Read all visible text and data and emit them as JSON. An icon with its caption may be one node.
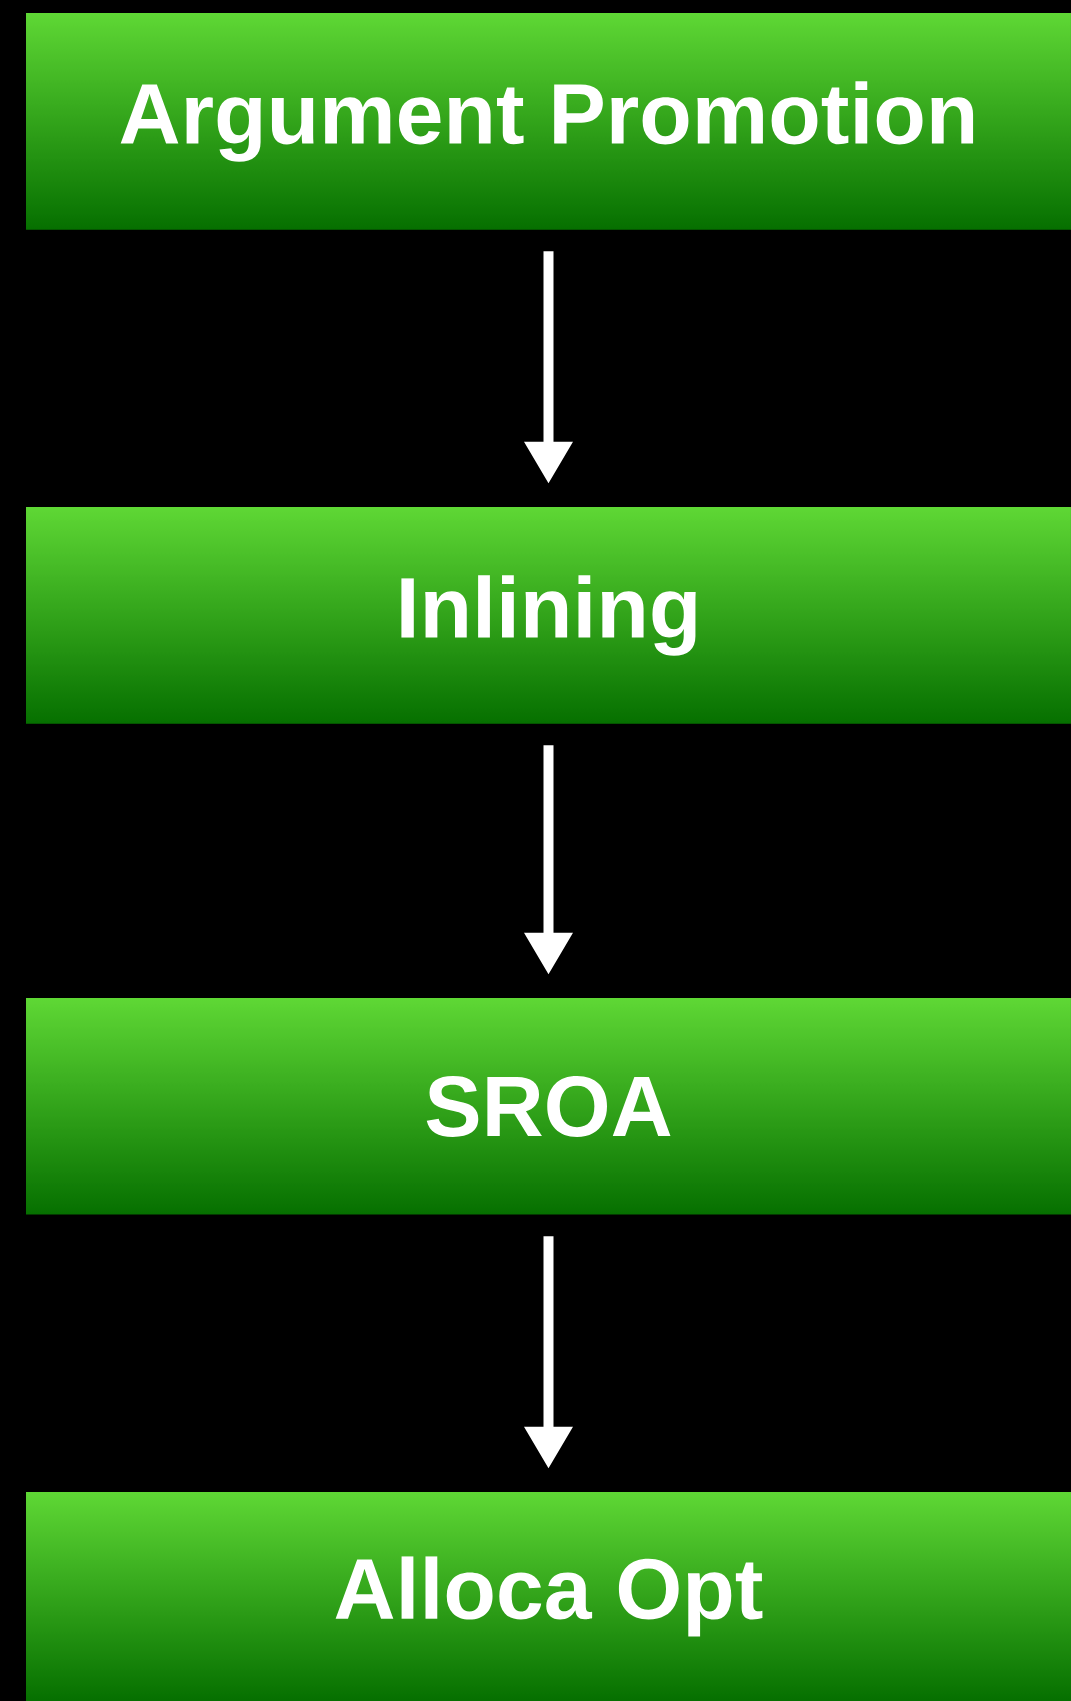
{
  "diagram": {
    "nodes": [
      {
        "text": [
          "Argument Promotion"
        ]
      },
      {
        "text": [
          "Inlining"
        ]
      },
      {
        "text": [
          "SROA"
        ]
      },
      {
        "text": [
          "Alloca Opt"
        ]
      }
    ],
    "edges": [
      {
        "from": 0,
        "to": 1,
        "arrow": "to"
      },
      {
        "from": 1,
        "to": 2,
        "arrow": "to"
      },
      {
        "from": 2,
        "to": 3,
        "arrow": "to"
      }
    ]
  }
}
